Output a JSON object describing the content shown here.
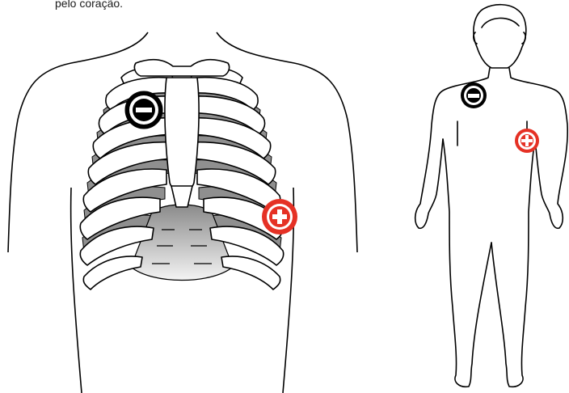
{
  "caption": "pelo coração.",
  "electrodes": [
    {
      "polarity": "negative",
      "symbol": "−",
      "color": "#000000",
      "location": "right-upper-chest"
    },
    {
      "polarity": "positive",
      "symbol": "+",
      "color": "#e53125",
      "location": "left-lower-chest"
    }
  ],
  "colors": {
    "outline": "#000000",
    "rib_shadow": "#8f8f8f",
    "diaphragm_gray": "#a8a8a8",
    "negative": "#000000",
    "positive": "#e53125"
  },
  "icons": [
    "minus-icon",
    "plus-icon"
  ]
}
